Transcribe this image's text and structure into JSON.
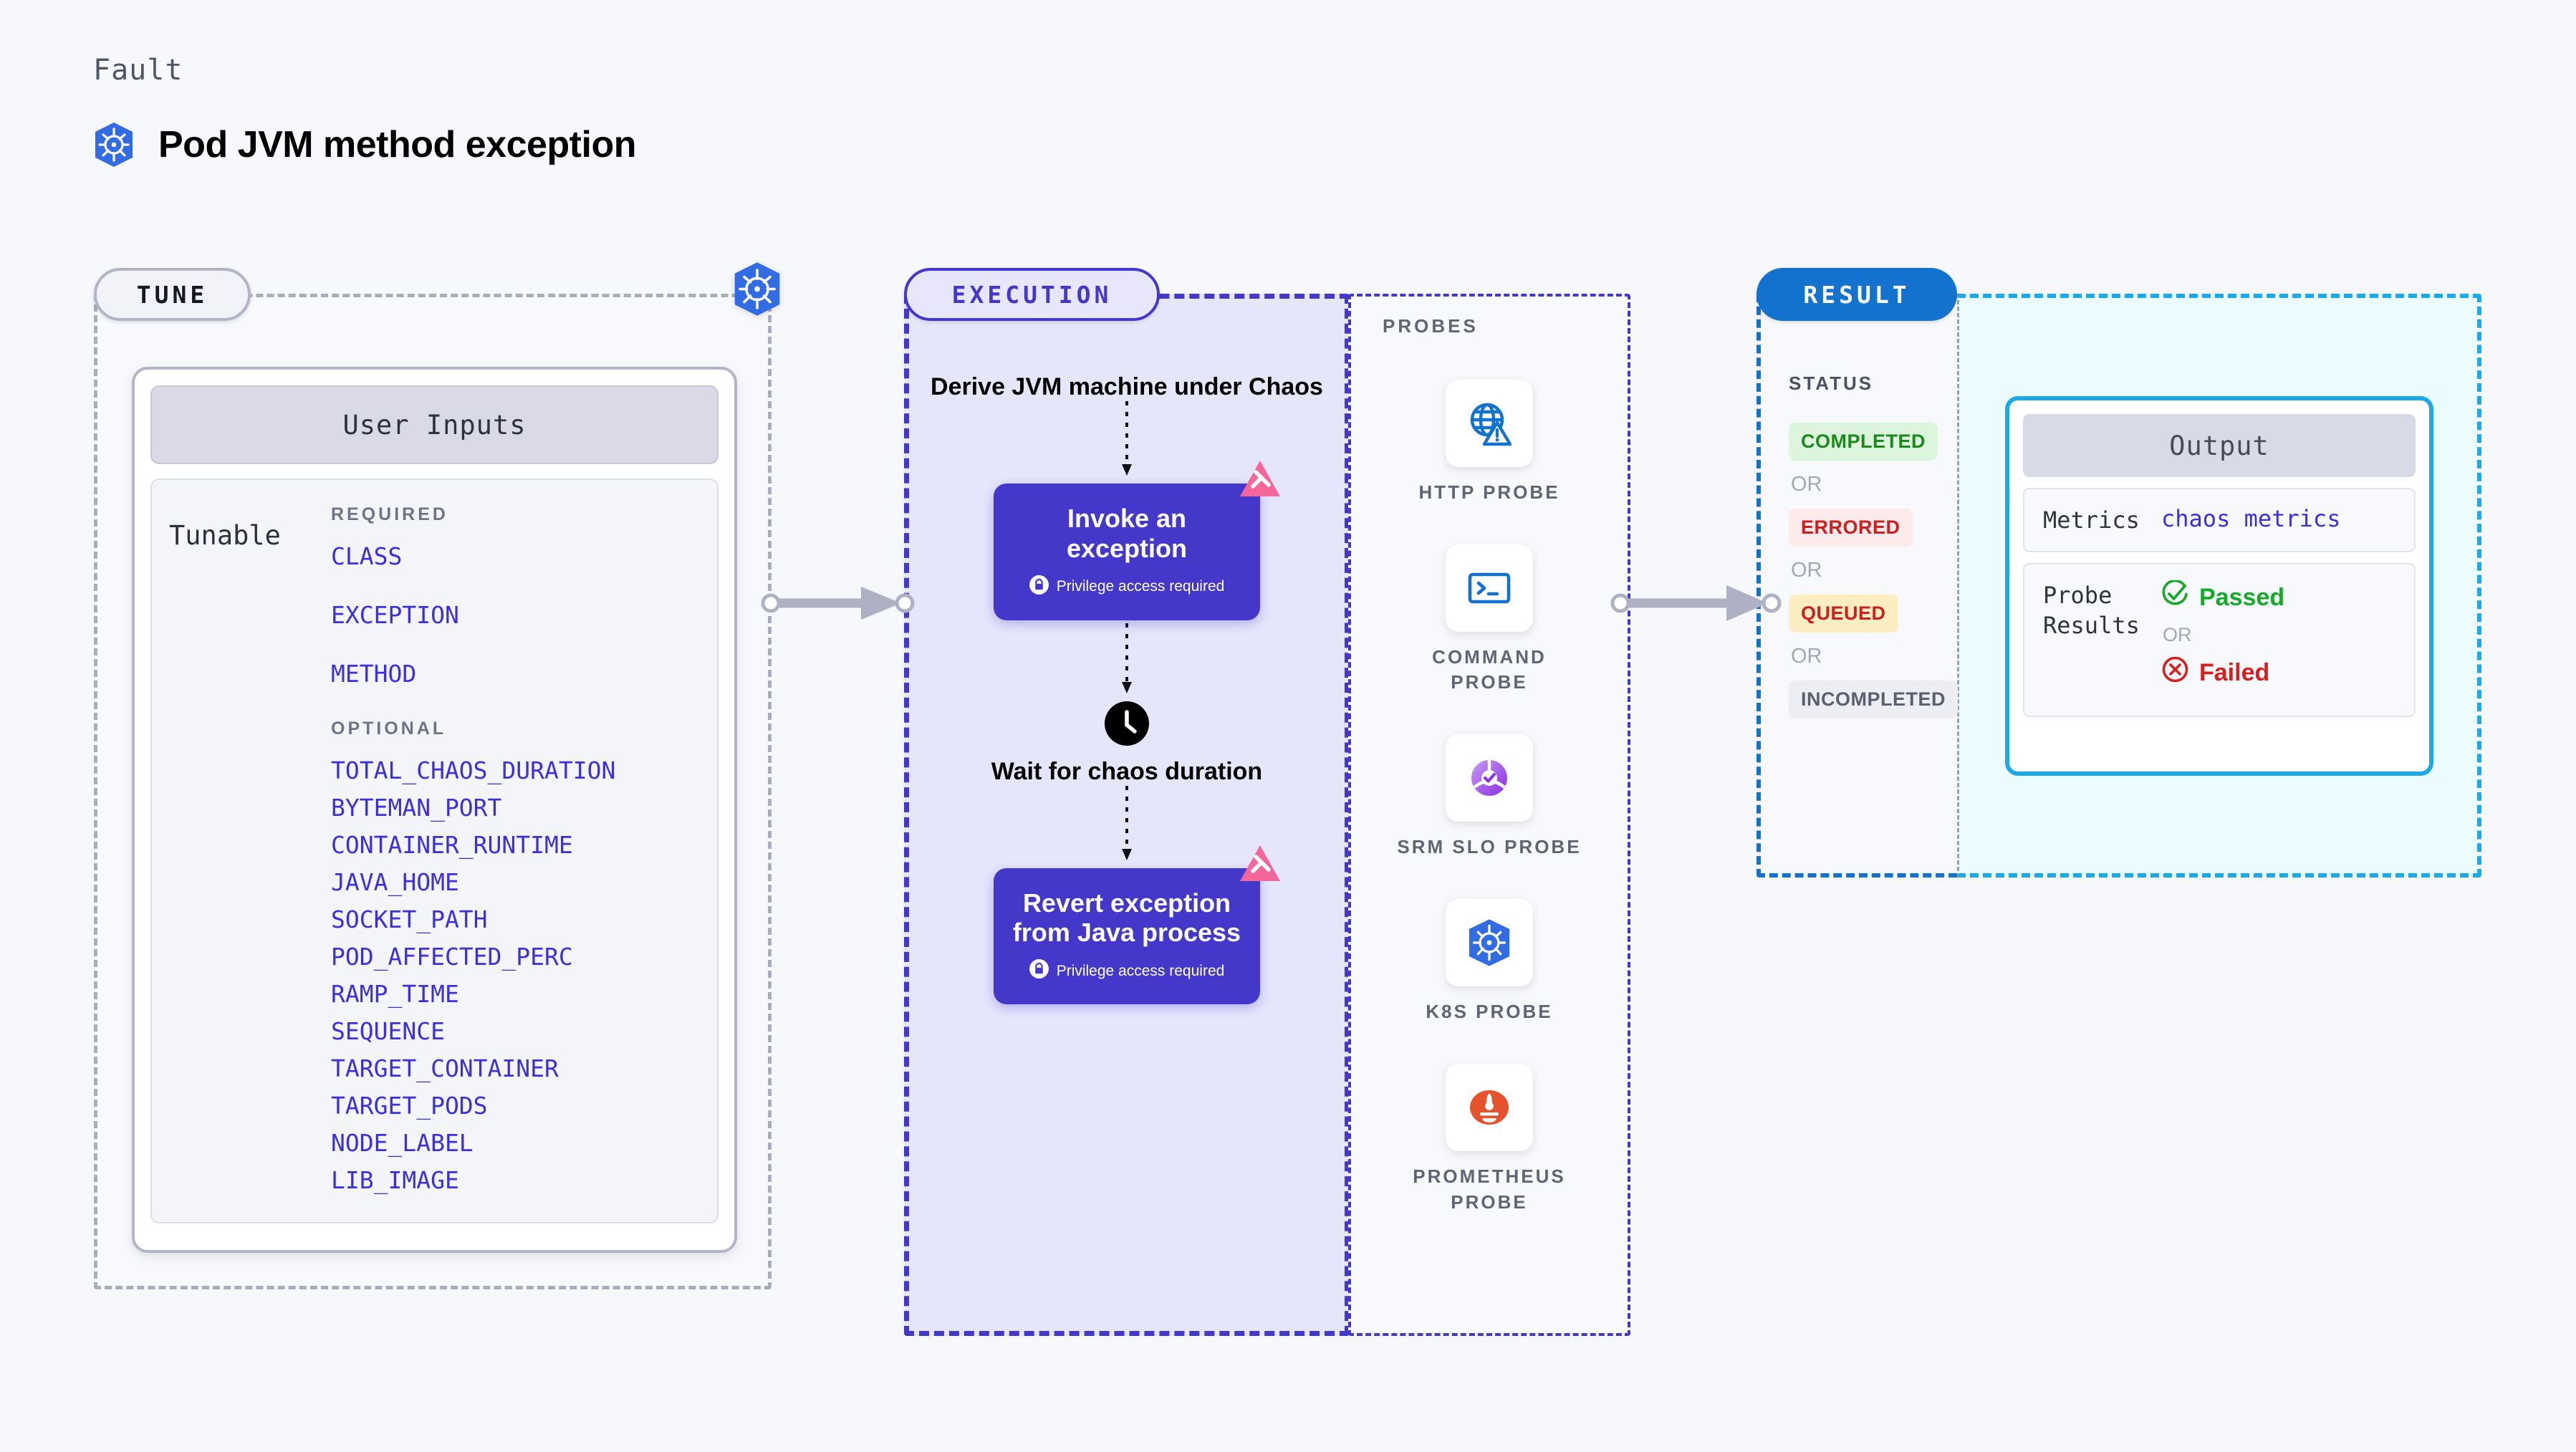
{
  "header": {
    "kicker": "Fault",
    "title": "Pod JVM method exception",
    "fault_icon": "kubernetes-icon"
  },
  "sections": {
    "tune": {
      "pill_label": "TUNE",
      "badge_icon": "kubernetes-icon",
      "card": {
        "header": "User Inputs",
        "tunable_label": "Tunable",
        "required_label": "REQUIRED",
        "required": [
          "CLASS",
          "EXCEPTION",
          "METHOD"
        ],
        "optional_label": "OPTIONAL",
        "optional": [
          "TOTAL_CHAOS_DURATION",
          "BYTEMAN_PORT",
          "CONTAINER_RUNTIME",
          "JAVA_HOME",
          "SOCKET_PATH",
          "POD_AFFECTED_PERC",
          "RAMP_TIME",
          "SEQUENCE",
          "TARGET_CONTAINER",
          "TARGET_PODS",
          "NODE_LABEL",
          "LIB_IMAGE"
        ]
      }
    },
    "execution": {
      "pill_label": "EXECUTION",
      "steps": [
        {
          "kind": "caption",
          "text": "Derive JVM machine under Chaos"
        },
        {
          "kind": "box",
          "title": "Invoke an exception",
          "note": "Privilege access required",
          "note_icon": "lock-icon",
          "badge_icon": "litmus-icon"
        },
        {
          "kind": "clock",
          "icon": "clock-icon",
          "text": "Wait for chaos duration"
        },
        {
          "kind": "box",
          "title": "Revert exception from Java process",
          "note": "Privilege access required",
          "note_icon": "lock-icon",
          "badge_icon": "litmus-icon"
        }
      ]
    },
    "probes": {
      "title": "PROBES",
      "items": [
        {
          "label": "HTTP PROBE",
          "icon": "globe-warning-icon"
        },
        {
          "label": "COMMAND PROBE",
          "icon": "terminal-icon"
        },
        {
          "label": "SRM SLO PROBE",
          "icon": "srm-slo-icon"
        },
        {
          "label": "K8S PROBE",
          "icon": "kubernetes-icon"
        },
        {
          "label": "PROMETHEUS PROBE",
          "icon": "prometheus-icon"
        }
      ]
    },
    "result": {
      "pill_label": "RESULT",
      "status_title": "STATUS",
      "or_label": "OR",
      "statuses": [
        {
          "label": "COMPLETED",
          "style": "sb-completed"
        },
        {
          "label": "ERRORED",
          "style": "sb-errored"
        },
        {
          "label": "QUEUED",
          "style": "sb-queued"
        },
        {
          "label": "INCOMPLETED",
          "style": "sb-incompleted"
        }
      ],
      "output": {
        "header": "Output",
        "metrics_key": "Metrics",
        "metrics_value": "chaos metrics",
        "probe_results_key": "Probe Results",
        "passed_label": "Passed",
        "passed_icon": "check-circle-icon",
        "or_label": "OR",
        "failed_label": "Failed",
        "failed_icon": "x-circle-icon"
      }
    }
  },
  "colors": {
    "page_bg": "#f7f8fc",
    "purple": "#4338ca",
    "purple_fill": "#e6e6fb",
    "param_blue": "#3b2fe0",
    "result_blue": "#1372ce",
    "output_cyan": "#1ba9e8",
    "output_fill": "#ecfbfe",
    "pink": "#f4679b",
    "green": "#17a92b",
    "red": "#d81f1f",
    "k8s_blue": "#326ce5"
  }
}
